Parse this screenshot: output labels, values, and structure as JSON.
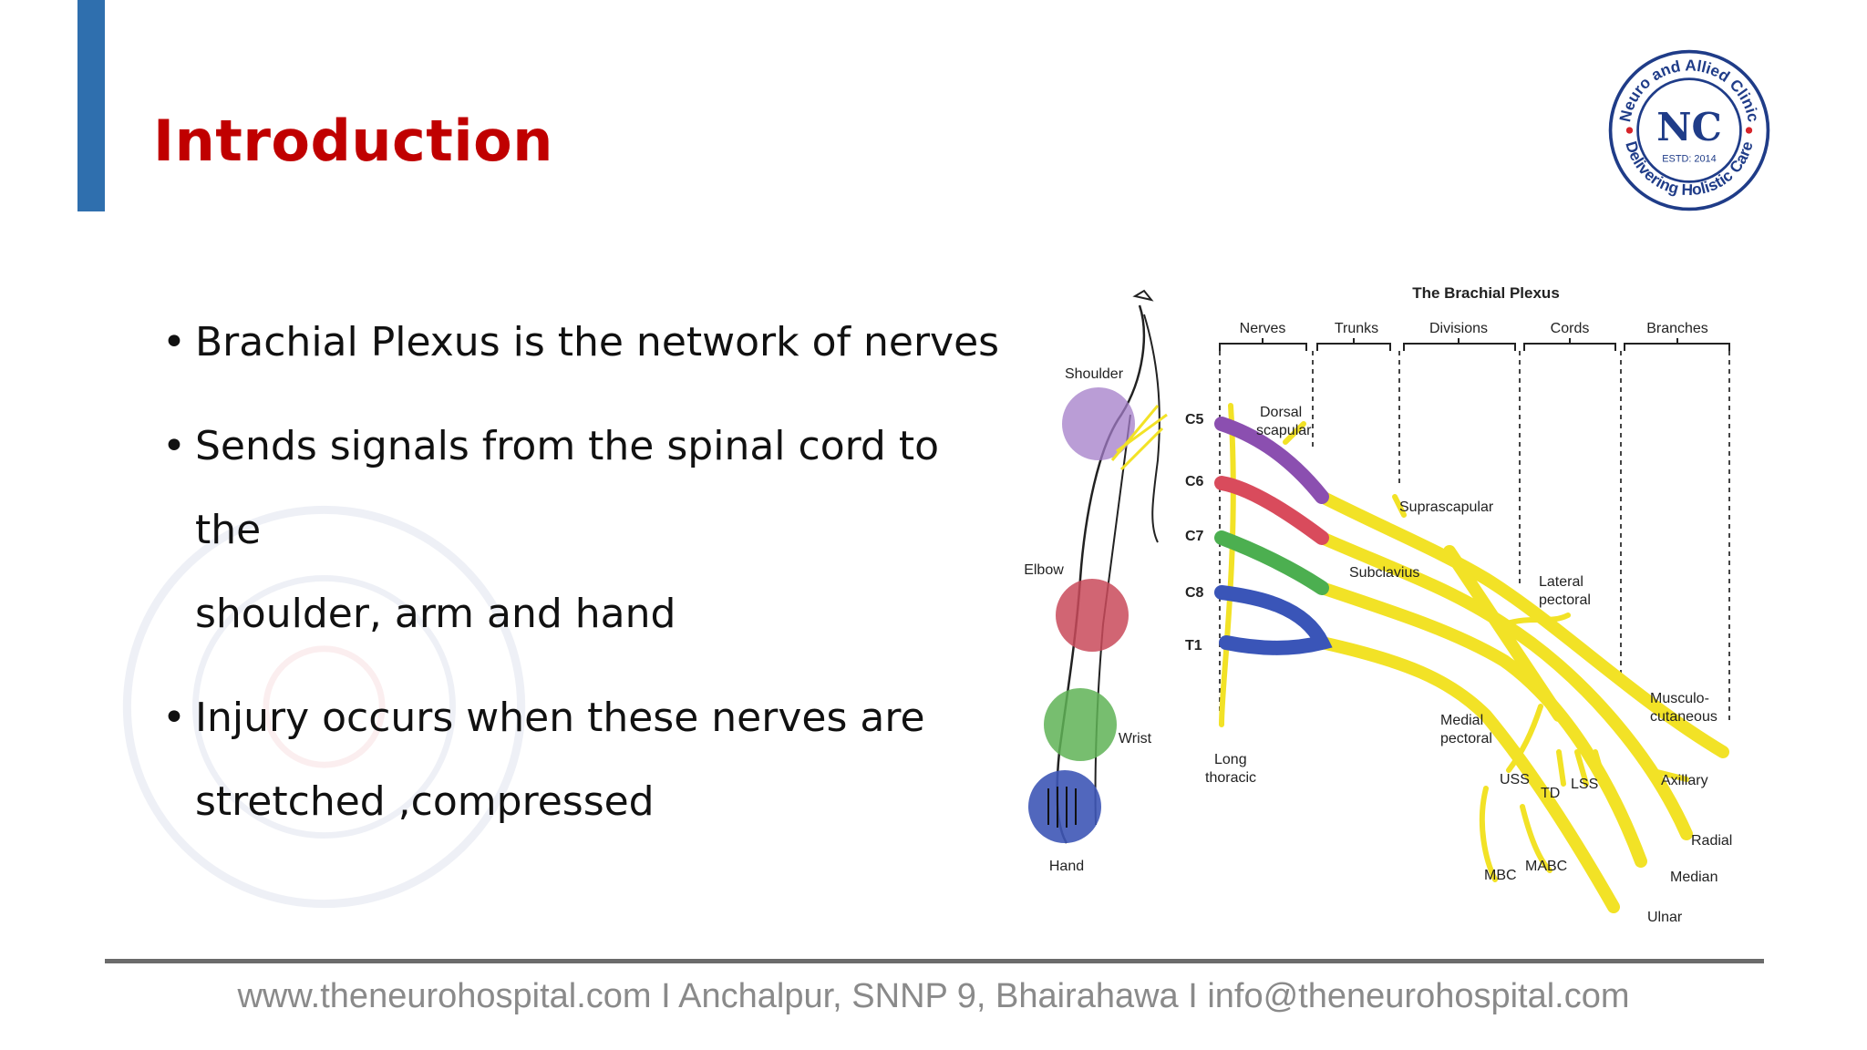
{
  "slide": {
    "title": "Introduction",
    "bullets": [
      {
        "lines": [
          "Brachial Plexus is the network of nerves"
        ]
      },
      {
        "lines": [
          "Sends signals from the spinal cord to the",
          "shoulder, arm and hand"
        ]
      },
      {
        "lines": [
          "Injury occurs when these nerves are",
          "stretched ,compressed"
        ]
      }
    ]
  },
  "logo": {
    "ring_text_top": "Neuro and Allied Clinic",
    "ring_text_bottom": "Delivering Holistic Care",
    "monogram": "NC",
    "estd": "ESTD: 2014"
  },
  "diagram": {
    "title": "The Brachial Plexus",
    "columns": [
      "Nerves",
      "Trunks",
      "Divisions",
      "Cords",
      "Branches"
    ],
    "roots": [
      "C5",
      "C6",
      "C7",
      "C8",
      "T1"
    ],
    "body_parts": [
      "Shoulder",
      "Elbow",
      "Wrist",
      "Hand"
    ],
    "nerve_labels": {
      "dorsal_scapular": [
        "Dorsal",
        "scapular"
      ],
      "suprascapular": "Suprascapular",
      "subclavius": "Subclavius",
      "lateral_pectoral": [
        "Lateral",
        "pectoral"
      ],
      "musculocutaneous": [
        "Musculo-",
        "cutaneous"
      ],
      "medial_pectoral": [
        "Medial",
        "pectoral"
      ],
      "long_thoracic": [
        "Long",
        "thoracic"
      ],
      "uss": "USS",
      "td": "TD",
      "lss": "LSS",
      "axillary": "Axillary",
      "radial": "Radial",
      "median": "Median",
      "ulnar": "Ulnar",
      "mbc": "MBC",
      "mabc": "MABC"
    },
    "colors": {
      "c5": "#8b4fb0",
      "c6": "#d94b5c",
      "c7": "#4caf50",
      "c8": "#3a55b8",
      "nerve": "#f2e226"
    }
  },
  "footer": {
    "text": "www.theneurohospital.com I Anchalpur, SNNP 9, Bhairahawa I info@theneurohospital.com"
  },
  "theme": {
    "accent": "#2f6fae",
    "title_color": "#c00000",
    "logo_blue": "#1f3c88",
    "logo_red": "#d6242a"
  }
}
